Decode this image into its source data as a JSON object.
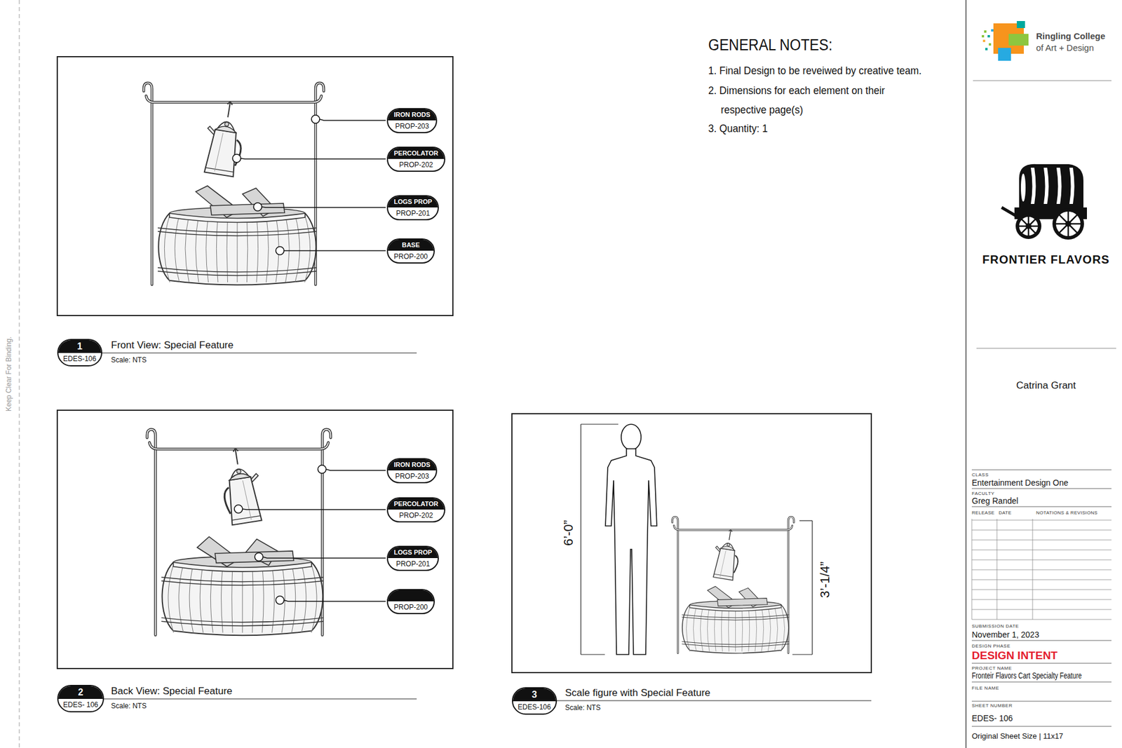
{
  "diagram": {
    "nodes": [
      {
        "text": [
          "IRON RODS",
          "PROP-203"
        ]
      },
      {
        "text": [
          "PERCOLATOR",
          "PROP-202"
        ]
      },
      {
        "text": [
          "LOGS PROP",
          "PROP-201"
        ]
      },
      {
        "text": [
          "BASE",
          "PROP-200"
        ]
      },
      {
        "text": [
          "IRON RODS",
          "PROP-203"
        ]
      },
      {
        "text": [
          "PERCOLATOR",
          "PROP-202"
        ]
      },
      {
        "text": [
          "LOGS PROP",
          "PROP-201"
        ]
      },
      {
        "text": [
          "PROP-200"
        ]
      },
      {
        "text": [
          "1",
          "EDES-106"
        ]
      },
      {
        "text": [
          "2",
          "EDES- 106"
        ]
      },
      {
        "text": [
          "3",
          "EDES-106"
        ]
      }
    ],
    "labels": [
      "GENERAL NOTES:",
      "1. Final Design to be reveiwed by creative team.",
      "2. Dimensions for each element on their respective page(s)",
      "3. Quantity: 1",
      "Front View: Special Feature",
      "Scale: NTS",
      "Back View: Special Feature",
      "Scale: NTS",
      "Scale figure with Special Feature",
      "Scale: NTS",
      "6’-0”",
      "3’-1/4”",
      "Keep Clear For Binding.",
      "Ringling College",
      "of Art + Design",
      "FRONTIER FLAVORS",
      "Catrina Grant",
      "CLASS",
      "Entertainment Design One",
      "FACULTY",
      "Greg Randel",
      "RELEASE",
      "DATE",
      "NOTATIONS & REVISIONS",
      "SUBMISSION DATE",
      "November 1, 2023",
      "DESIGN PHASE",
      "DESIGN INTENT",
      "PROJECT NAME",
      "Fronteir Flavors Cart Specialty Feature",
      "FILE NAME",
      "SHEET NUMBER",
      "EDES- 106",
      "Original Sheet Size | 11x17"
    ]
  }
}
